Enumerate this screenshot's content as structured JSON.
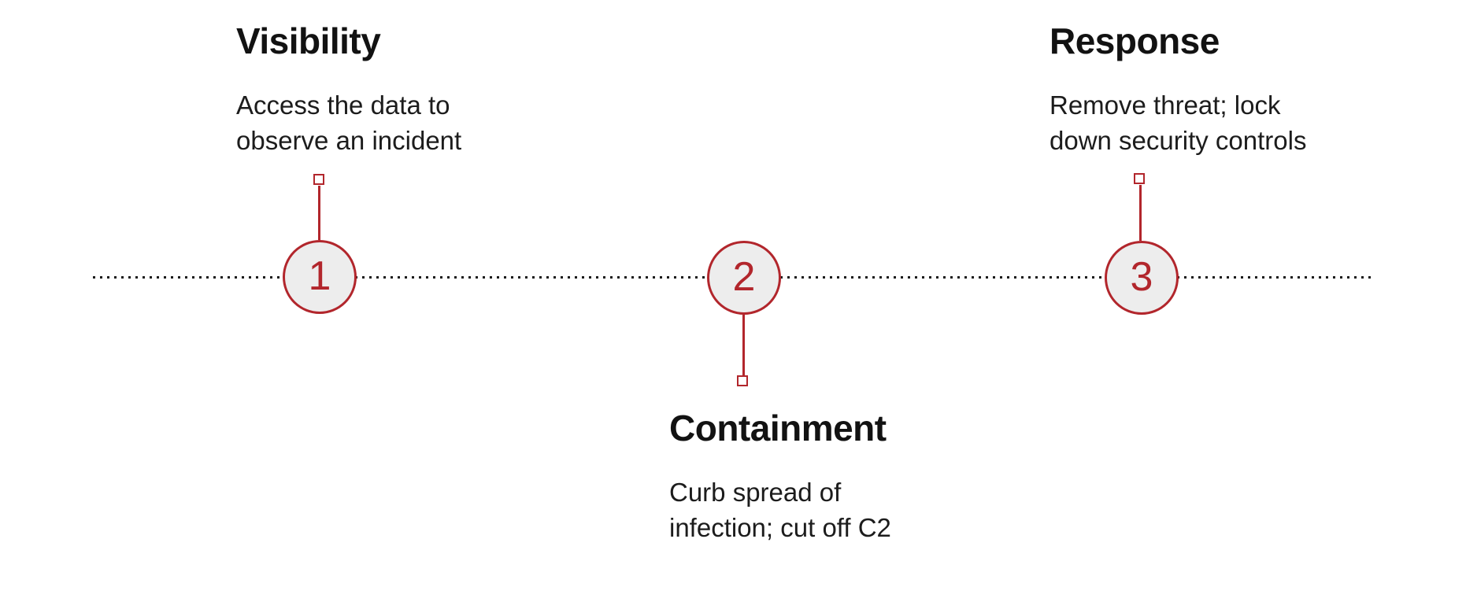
{
  "diagram": {
    "type": "horizontal-timeline",
    "colors": {
      "accent_red": "#b2262c",
      "node_fill": "#ededed",
      "dotted_line": "#1a1a1a",
      "title_text": "#121212",
      "body_text": "#1c1c1c",
      "background": "#ffffff"
    },
    "steps": [
      {
        "number": "1",
        "title": "Visibility",
        "description": "Access the data to\nobserve an incident",
        "label_position": "above"
      },
      {
        "number": "2",
        "title": "Containment",
        "description": "Curb spread of\ninfection; cut off C2",
        "label_position": "below"
      },
      {
        "number": "3",
        "title": "Response",
        "description": "Remove threat; lock\ndown security controls",
        "label_position": "above"
      }
    ]
  }
}
